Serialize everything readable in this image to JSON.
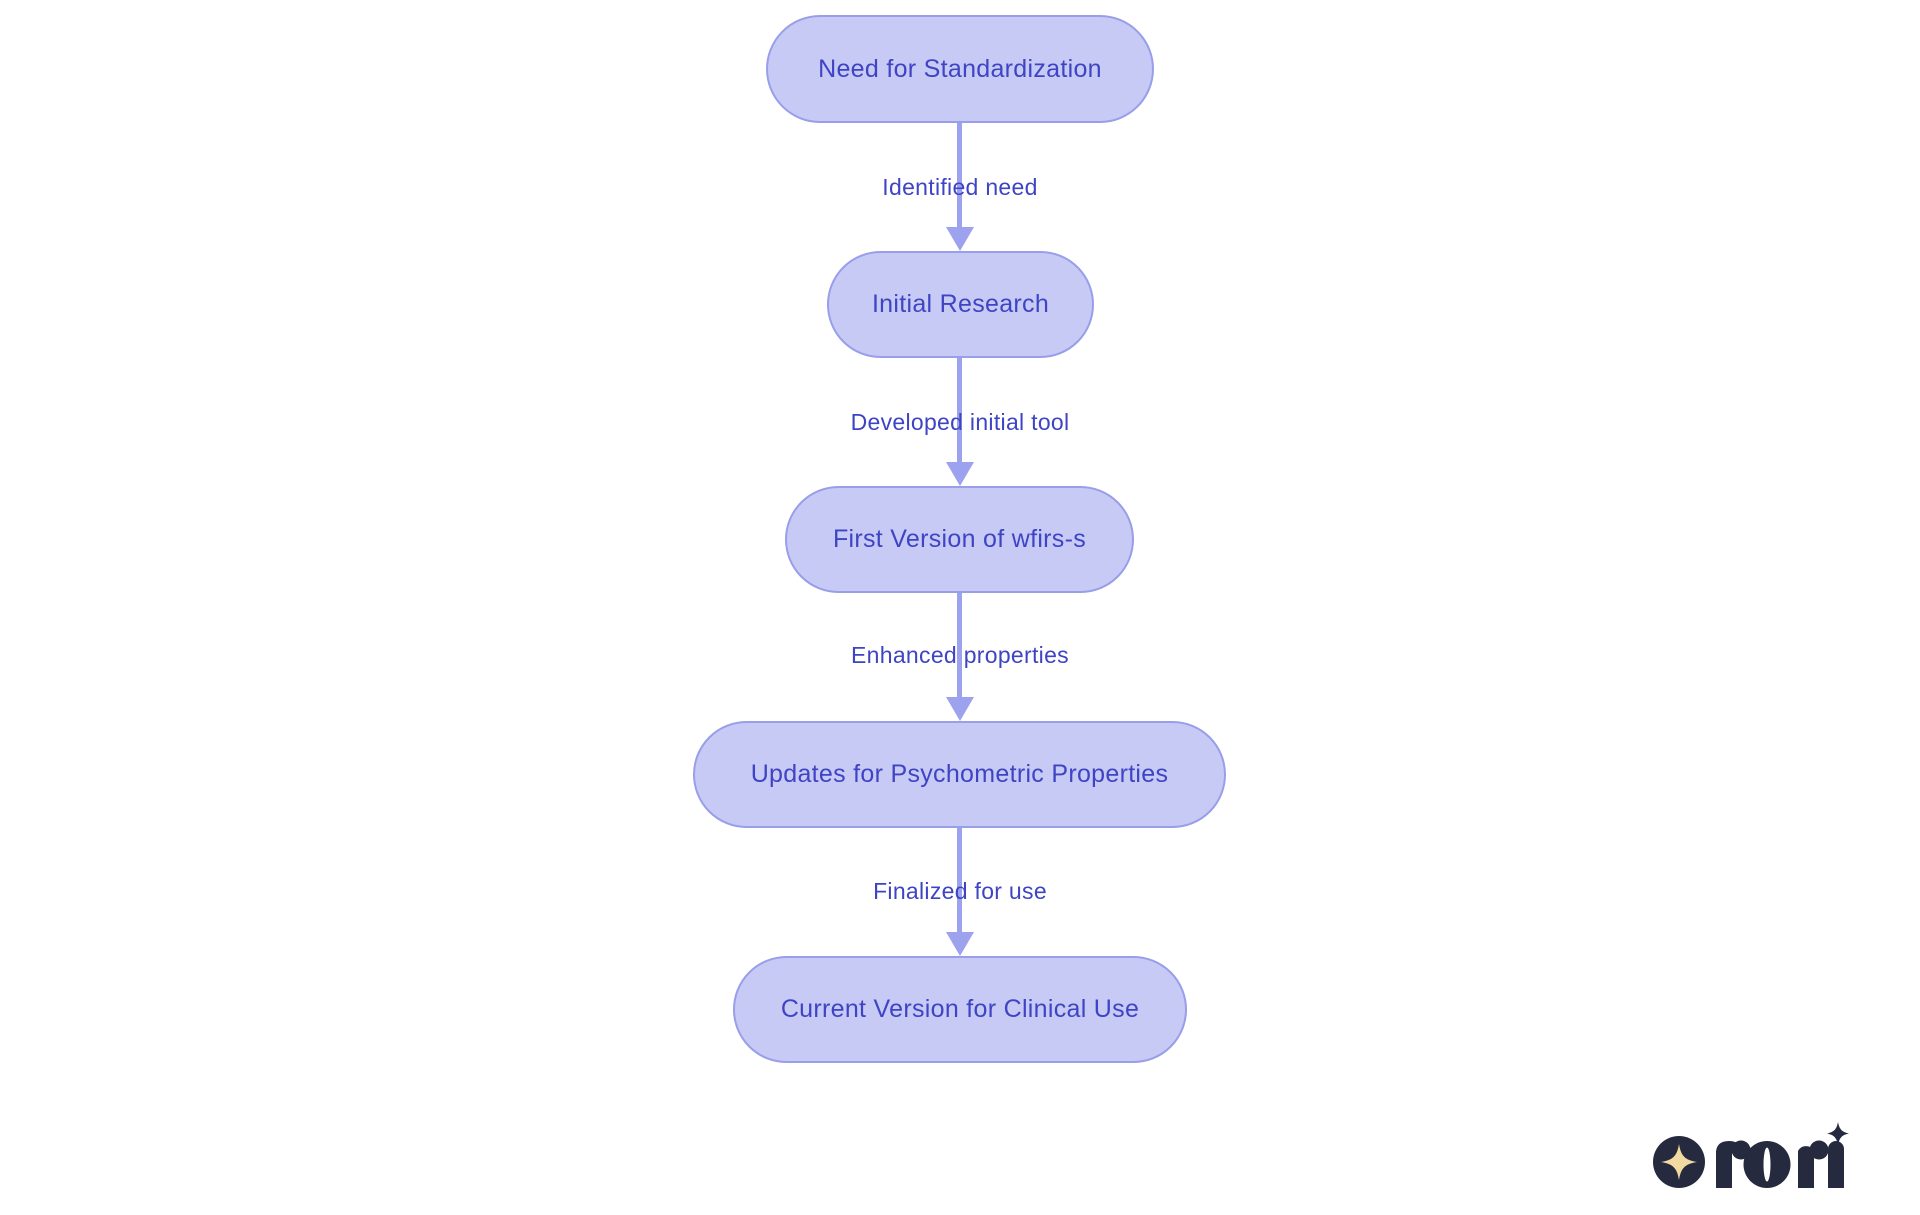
{
  "background": "#ffffff",
  "colors": {
    "node_fill": "#c7caf5",
    "node_border": "#999ee9",
    "node_text": "#3e44c4",
    "edge_line": "#9da2ef",
    "edge_label": "#3e44c4",
    "logo_navy": "#262a3e",
    "logo_gold": "#f1d9a1"
  },
  "flowchart": {
    "direction": "top-down",
    "nodes": [
      {
        "id": "n1",
        "label": "Need for Standardization"
      },
      {
        "id": "n2",
        "label": "Initial Research"
      },
      {
        "id": "n3",
        "label": "First Version of wfirs-s"
      },
      {
        "id": "n4",
        "label": "Updates for Psychometric Properties"
      },
      {
        "id": "n5",
        "label": "Current Version for Clinical Use"
      }
    ],
    "edges": [
      {
        "from": "n1",
        "to": "n2",
        "label": "Identified need"
      },
      {
        "from": "n2",
        "to": "n3",
        "label": "Developed initial tool"
      },
      {
        "from": "n3",
        "to": "n4",
        "label": "Enhanced properties"
      },
      {
        "from": "n4",
        "to": "n5",
        "label": "Finalized for use"
      }
    ]
  },
  "logo": {
    "wordmark": "rori"
  }
}
